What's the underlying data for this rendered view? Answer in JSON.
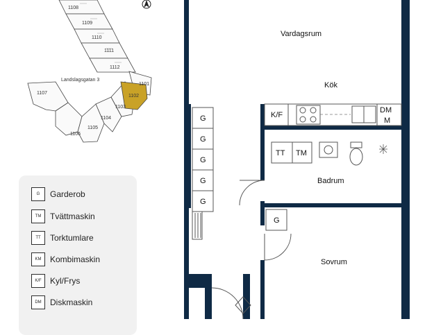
{
  "site_plan": {
    "street": "Landslagsgatan 3",
    "units": [
      "1108",
      "1109",
      "1110",
      "1111",
      "1112",
      "1101",
      "1102",
      "1103",
      "1104",
      "1105",
      "1106",
      "1107"
    ],
    "highlight_unit": "1102",
    "highlight_color": "#c9a227",
    "north_label": "N"
  },
  "legend": {
    "items": [
      {
        "code": "G",
        "label": "Garderob"
      },
      {
        "code": "TM",
        "label": "Tvättmaskin"
      },
      {
        "code": "TT",
        "label": "Torktumlare"
      },
      {
        "code": "KM",
        "label": "Kombimaskin"
      },
      {
        "code": "K/F",
        "label": "Kyl/Frys"
      },
      {
        "code": "DM",
        "label": "Diskmaskin"
      }
    ]
  },
  "floor_plan": {
    "rooms": {
      "vardagsrum": "Vardagsrum",
      "kok": "Kök",
      "badrum": "Badrum",
      "sovrum": "Sovrum"
    },
    "symbols": {
      "kyl_frys": "K/F",
      "diskmaskin_line1": "DM",
      "diskmaskin_line2": "M",
      "torktumlare": "TT",
      "tvattmaskin": "TM",
      "garderob": "G"
    },
    "wall_color": "#0f2a45"
  }
}
